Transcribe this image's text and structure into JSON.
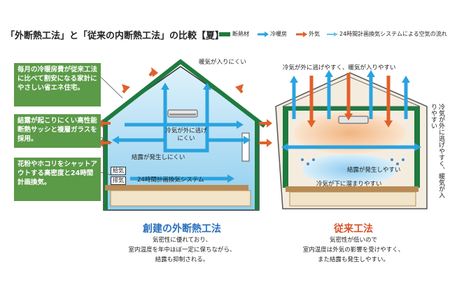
{
  "title": "「外断熱工法」と「従来の内断熱工法」の比較【夏】",
  "legend": [
    {
      "label": "断熱材",
      "color": "#1f7a3f"
    },
    {
      "label": "冷暖房",
      "color": "#29a3e0"
    },
    {
      "label": "外気",
      "color": "#e0612a"
    },
    {
      "label": "24時間計画換気システムによる空気の流れ",
      "color": "#6cc0ea"
    }
  ],
  "callouts": [
    "毎月の冷暖房費が従来工法に比べて割安になる家計にやさしい省エネ住宅。",
    "結露が起こりにくい高性能断熱サッシと複層ガラスを採用。",
    "花粉やホコリをシャットアウトする高密度と24時間計画換気。"
  ],
  "left_house": {
    "label_top": "暖気が入りにくい",
    "label_center": "冷気が外に逃げにくい",
    "label_condensation": "結露が発生しにくい",
    "label_ventilation": "24時間計画換気システム",
    "tag_intake": "給気",
    "tag_exhaust": "排気",
    "heading": "創建の外断熱工法",
    "caption": [
      "気密性に優れており、",
      "室内温度を年中ほぼ一定に保ちながら、",
      "結露も抑制される。"
    ]
  },
  "right_house": {
    "label_top": "冷気が外に逃げやすく、暖気が入りやすい",
    "label_side": "冷気が外に逃げやすく、暖気が入りやすい",
    "label_condensation": "結露が発生しやすい",
    "label_cold": "冷気が下に溜まりやすい",
    "heading": "従来工法",
    "caption": [
      "気密性が低いので",
      "室内温度は外気の影響を受けやすく、",
      "また結露も発生しやすい。"
    ]
  }
}
